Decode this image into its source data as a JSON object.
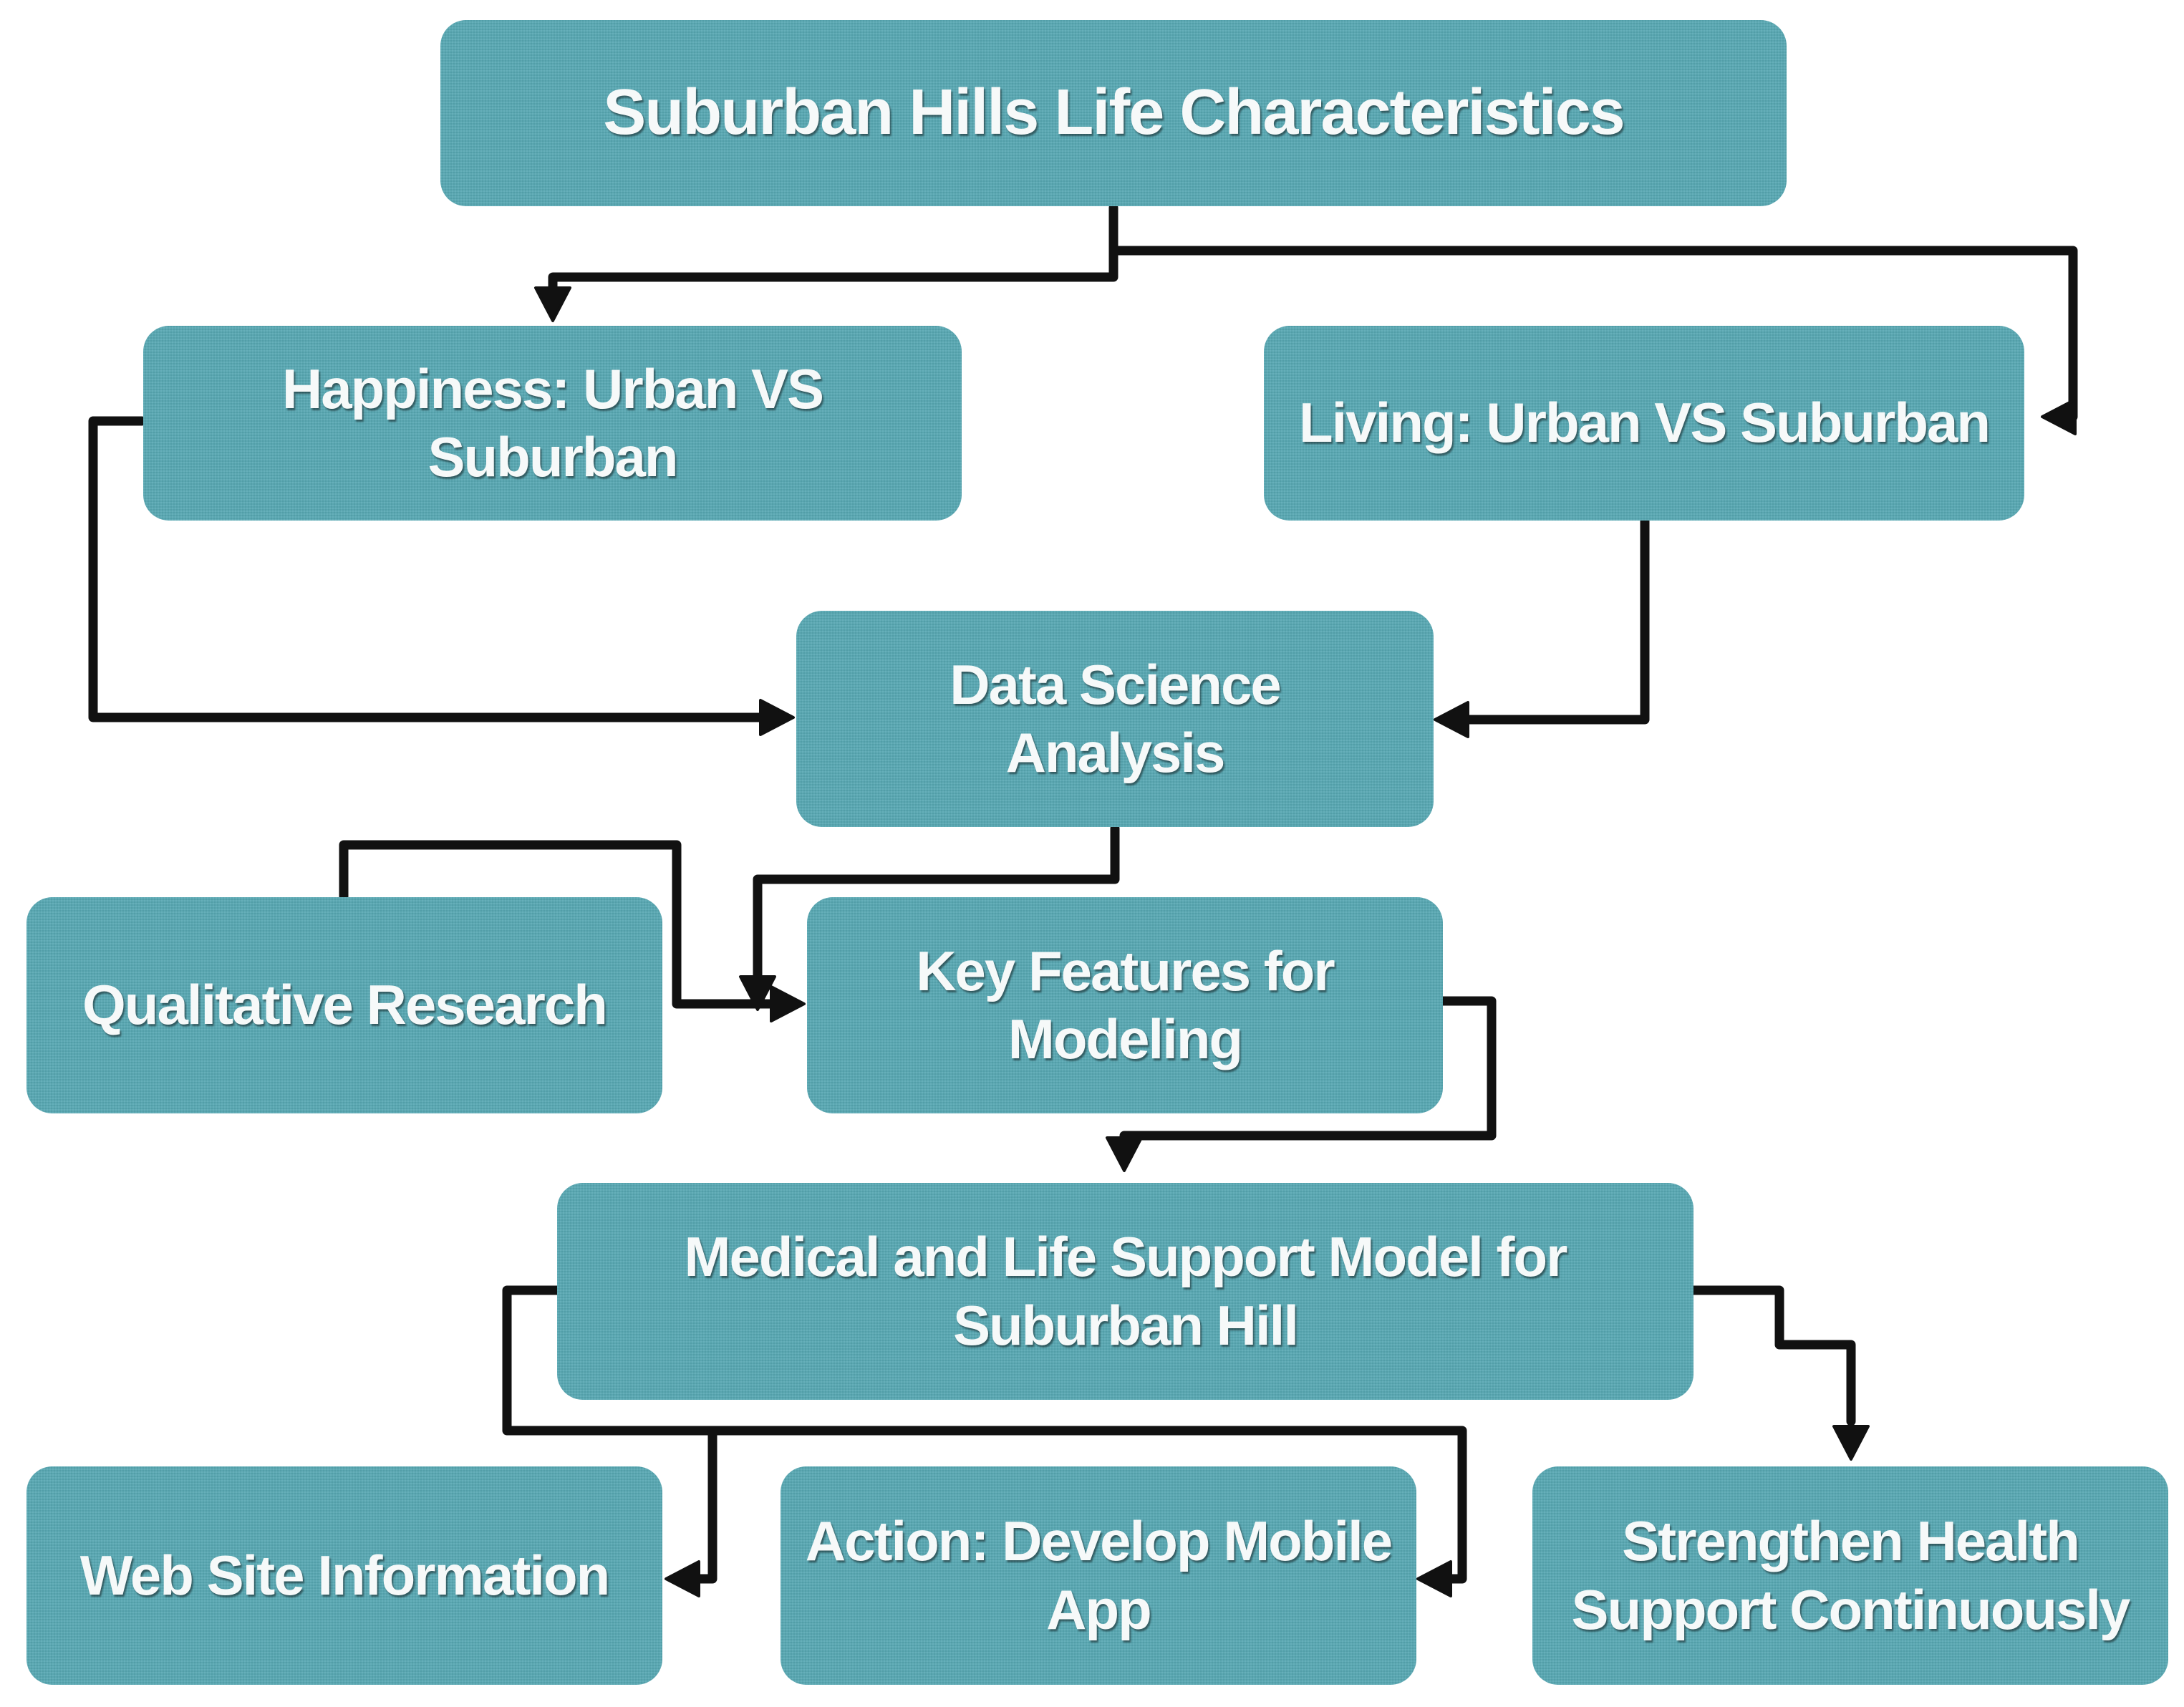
{
  "colors": {
    "node_fill": "#57a8b3",
    "node_text": "#f6f9f9",
    "connector": "#111111"
  },
  "nodes": {
    "title": "Suburban Hills Life Characteristics",
    "happiness": "Happiness: Urban VS Suburban",
    "living": "Living: Urban VS Suburban",
    "data_science": "Data Science\nAnalysis",
    "qualitative": "Qualitative Research",
    "key_features": "Key Features for\nModeling",
    "medical_model": "Medical and Life Support Model for\nSuburban Hill",
    "web_site": "Web Site Information",
    "mobile_app": "Action: Develop Mobile\nApp",
    "health_support": "Strengthen Health\nSupport Continuously"
  },
  "edges": [
    {
      "from": "title",
      "to": "happiness"
    },
    {
      "from": "title",
      "to": "living"
    },
    {
      "from": "happiness",
      "to": "data_science"
    },
    {
      "from": "living",
      "to": "data_science"
    },
    {
      "from": "data_science",
      "to": "key_features"
    },
    {
      "from": "qualitative",
      "to": "key_features"
    },
    {
      "from": "key_features",
      "to": "medical_model"
    },
    {
      "from": "medical_model",
      "to": "web_site"
    },
    {
      "from": "medical_model",
      "to": "mobile_app"
    },
    {
      "from": "medical_model",
      "to": "health_support"
    }
  ]
}
